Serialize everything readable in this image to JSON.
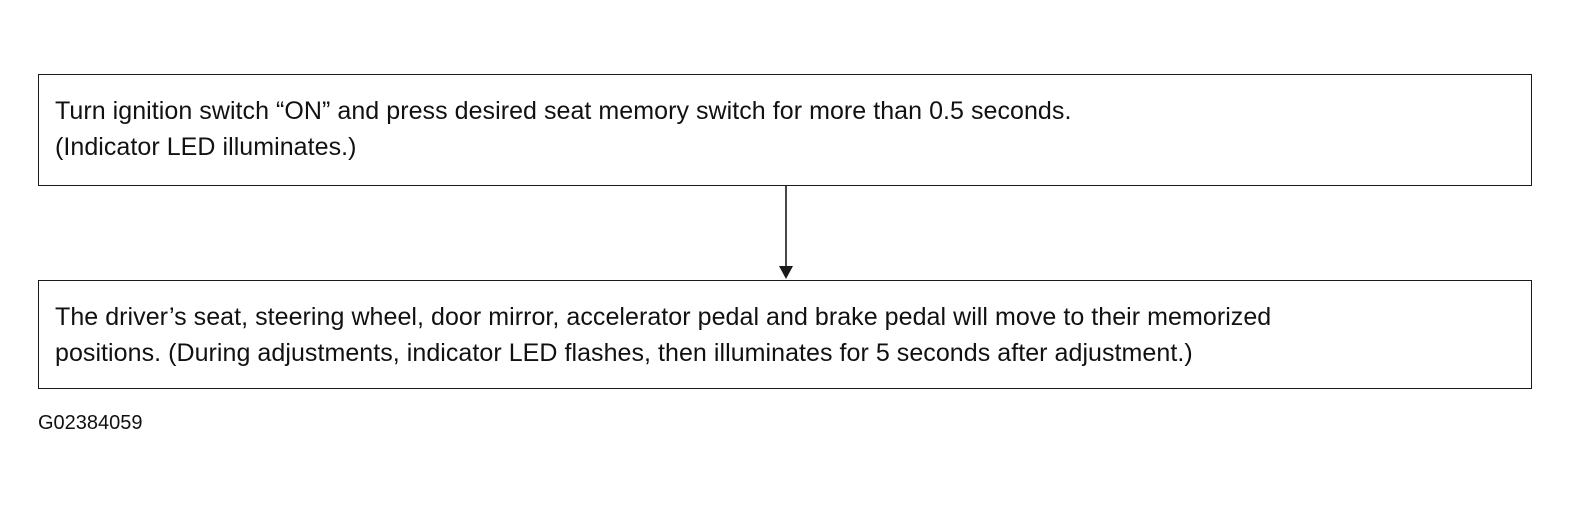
{
  "diagram": {
    "steps": [
      {
        "lines": [
          "Turn ignition switch “ON” and press desired seat memory switch for more than 0.5 seconds.",
          "(Indicator LED illuminates.)"
        ]
      },
      {
        "lines": [
          "The driver’s seat, steering wheel, door mirror, accelerator pedal and brake pedal will move to their memorized",
          "positions. (During adjustments, indicator LED flashes, then illuminates for 5 seconds after adjustment.)"
        ]
      }
    ],
    "figure_id": "G02384059"
  }
}
